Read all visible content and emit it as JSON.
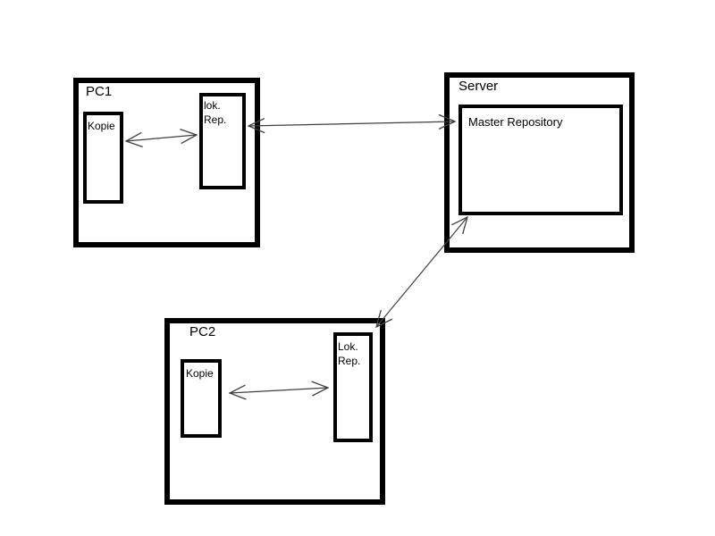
{
  "pc1": {
    "label": "PC1",
    "kopie": "Kopie",
    "rep_line1": "lok.",
    "rep_line2": "Rep."
  },
  "server": {
    "label": "Server",
    "repository": "Master Repository"
  },
  "pc2": {
    "label": "PC2",
    "kopie": "Kopie",
    "rep_line1": "Lok.",
    "rep_line2": "Rep."
  },
  "connections": [
    {
      "from": "PC1 Kopie",
      "to": "PC1 lok. Rep.",
      "style": "double-headed open arrow"
    },
    {
      "from": "PC1 lok. Rep.",
      "to": "Server Master Repository",
      "style": "double-headed open arrow"
    },
    {
      "from": "Server Master Repository",
      "to": "PC2 Lok. Rep.",
      "style": "double-headed open arrow"
    },
    {
      "from": "PC2 Kopie",
      "to": "PC2 Lok. Rep.",
      "style": "double-headed open arrow"
    }
  ],
  "colors": {
    "box_border": "#000000",
    "arrow": "#404040",
    "background": "#ffffff",
    "text": "#000000"
  }
}
